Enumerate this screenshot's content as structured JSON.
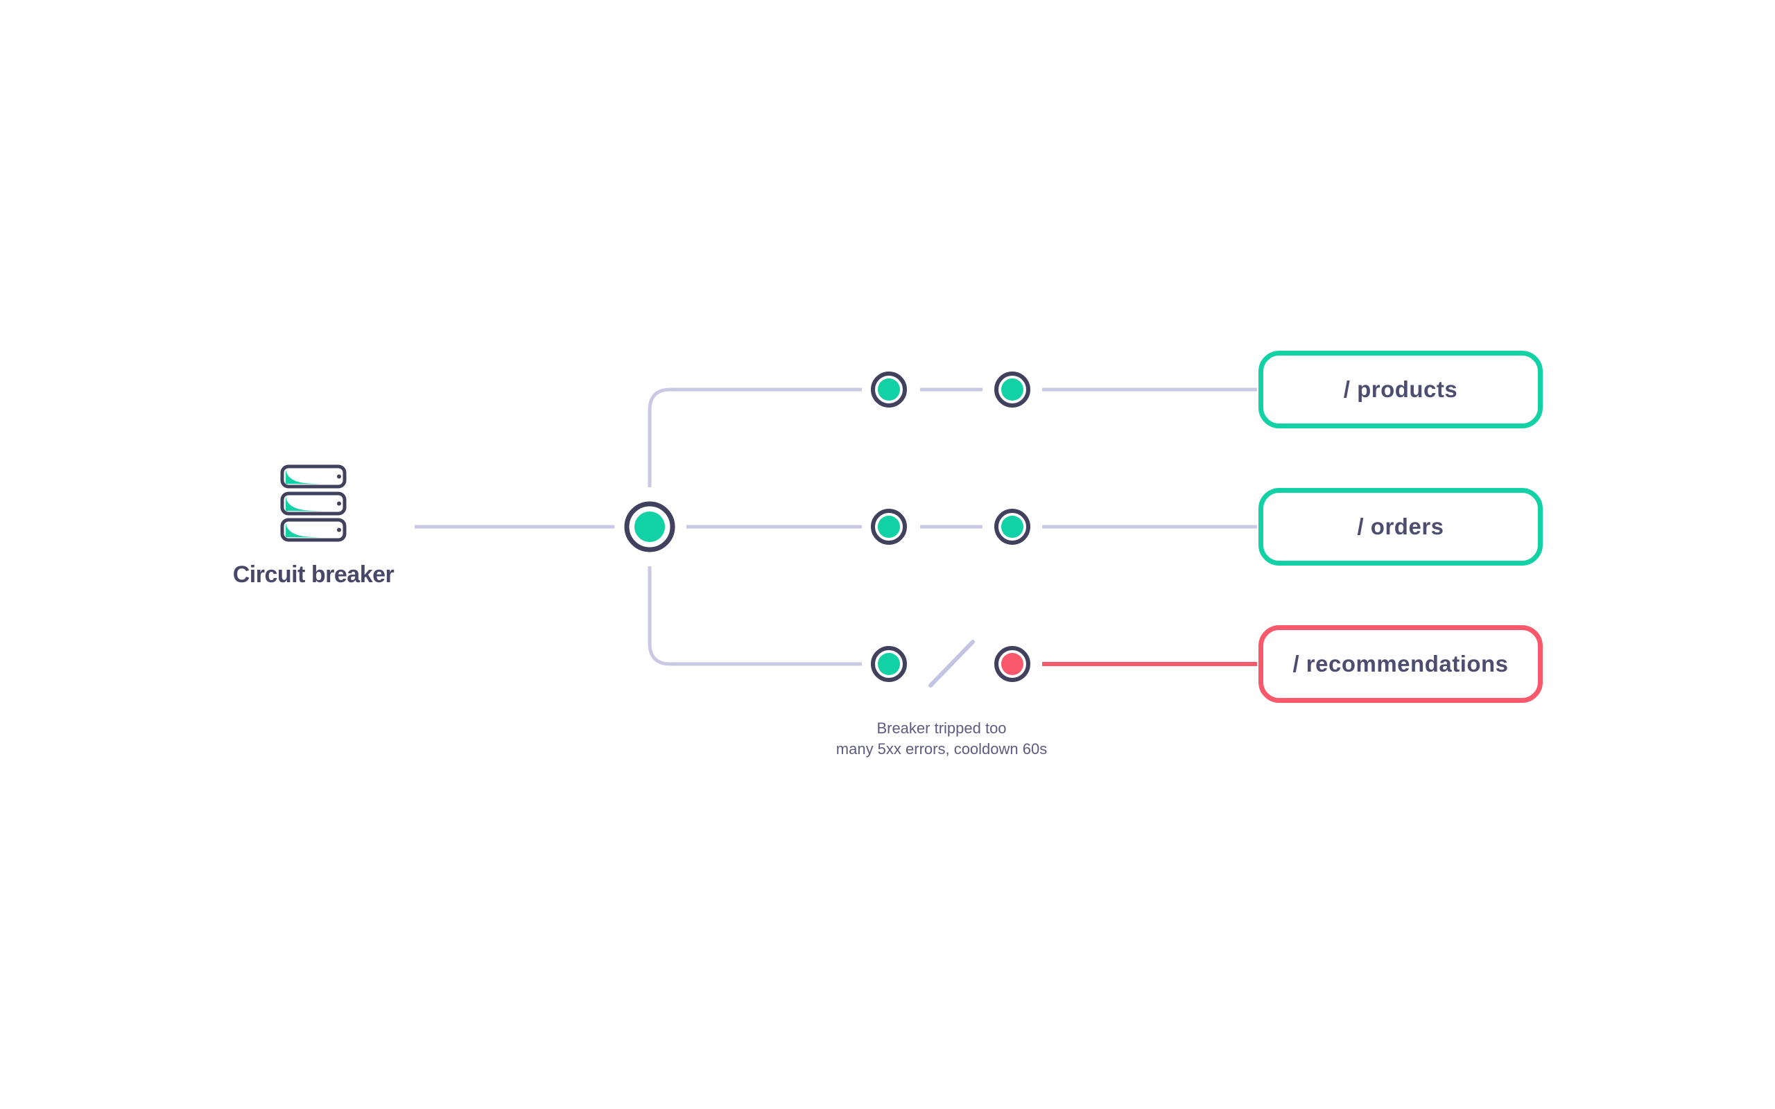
{
  "diagram": {
    "source_label": "Circuit breaker",
    "source_icon": "server-stack-icon",
    "hub": {
      "status": "closed",
      "node_color": "#12d1a5"
    },
    "endpoints": [
      {
        "label": "/ products",
        "status": "healthy",
        "accent": "#12d1a5"
      },
      {
        "label": "/ orders",
        "status": "healthy",
        "accent": "#12d1a5"
      },
      {
        "label": "/ recommendations",
        "status": "tripped",
        "accent": "#f9596b"
      }
    ],
    "caption": {
      "line1": "Breaker tripped too",
      "line2": "many 5xx errors, cooldown 60s"
    }
  },
  "colors": {
    "healthy_teal": "#12d1a5",
    "tripped_red": "#f9596b",
    "node_outline": "#41415e",
    "connector_lavender": "#c9c9e6",
    "label_text": "#474768",
    "endpoint_text": "#4d4d70",
    "caption_text": "#5c5c80",
    "background": "#ffffff"
  },
  "icons": {
    "source": "server-stack-icon",
    "healthy_node": "status-dot-teal",
    "tripped_node": "status-dot-red",
    "broken_link": "slash-break-icon"
  }
}
